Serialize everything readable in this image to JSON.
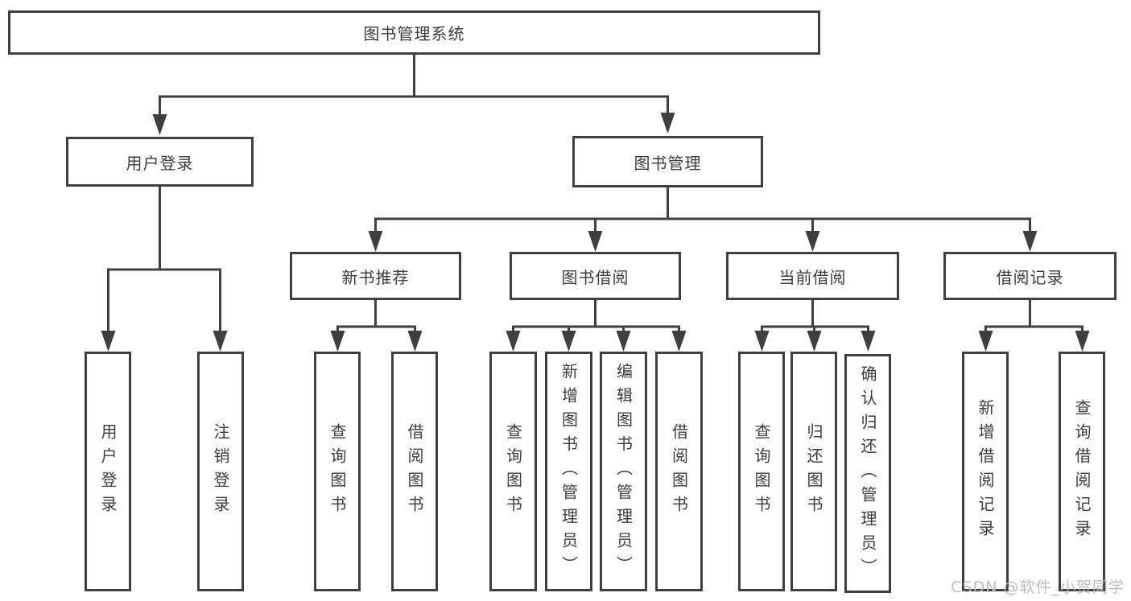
{
  "diagram": {
    "root": {
      "label": "图书管理系统"
    },
    "level2": [
      {
        "label": "用户登录"
      },
      {
        "label": "图书管理"
      }
    ],
    "level3": [
      {
        "label": "新书推荐"
      },
      {
        "label": "图书借阅"
      },
      {
        "label": "当前借阅"
      },
      {
        "label": "借阅记录"
      }
    ],
    "leaves": {
      "user_login": [
        "用户登录",
        "注销登录"
      ],
      "new_book_recommend": [
        "查询图书",
        "借阅图书"
      ],
      "book_borrow": [
        "查询图书",
        "新增图书（管理员）",
        "编辑图书（管理员）",
        "借阅图书"
      ],
      "current_borrow": [
        "查询图书",
        "归还图书",
        "确认归还（管理员）"
      ],
      "borrow_records": [
        "新增借阅记录",
        "查询借阅记录"
      ]
    }
  },
  "watermark": {
    "text": "CSDN @软件_小贺同学"
  },
  "colors": {
    "line": "#3f3f3f",
    "text": "#3d3d3d",
    "watermark": "#bcbcbc",
    "background": "#ffffff"
  }
}
